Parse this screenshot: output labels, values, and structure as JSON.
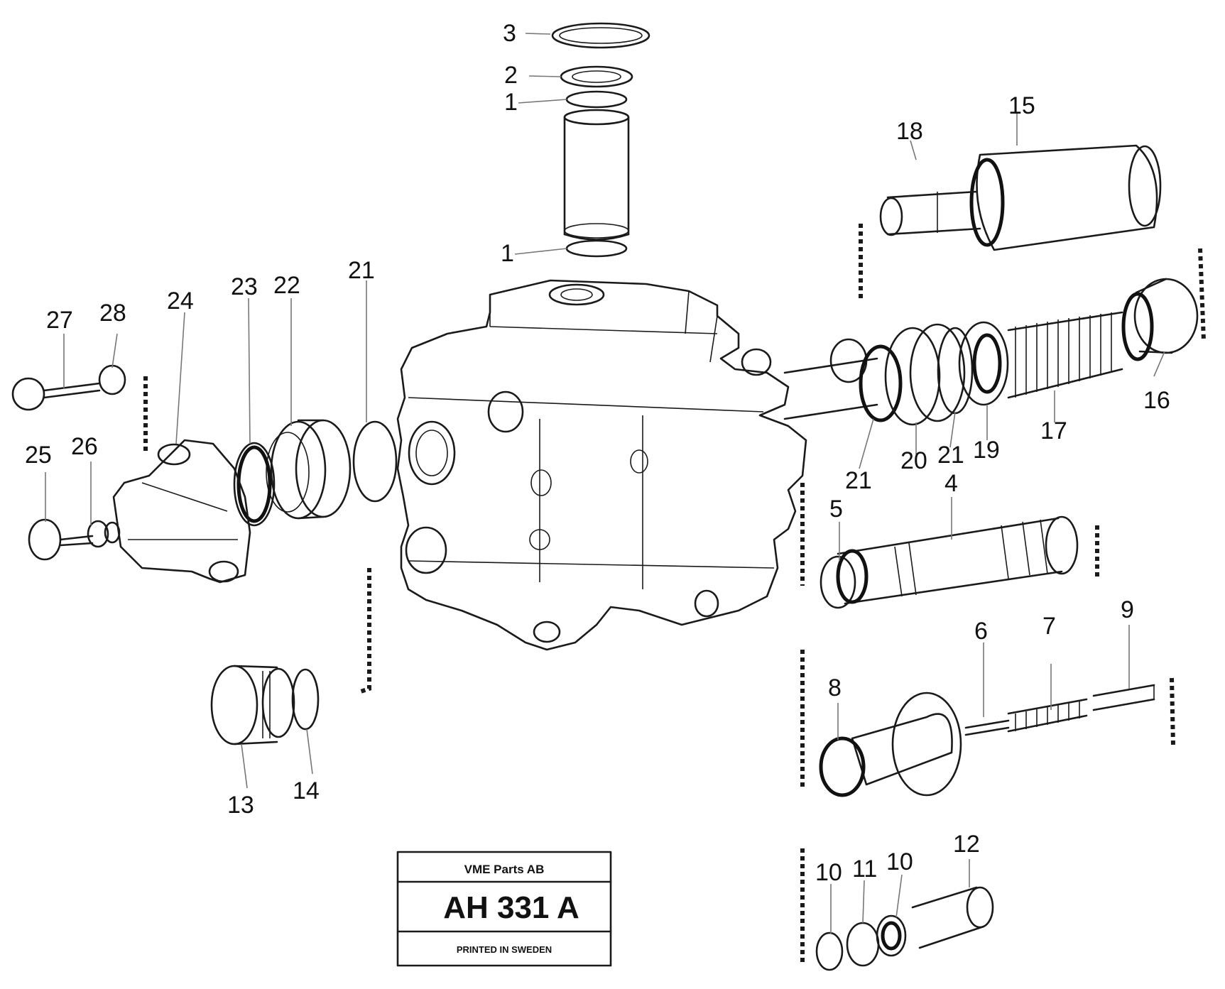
{
  "callouts": {
    "c3": "3",
    "c2": "2",
    "c1a": "1",
    "c1b": "1",
    "c15": "15",
    "c18": "18",
    "c16": "16",
    "c17": "17",
    "c19": "19",
    "c20": "20",
    "c21a": "21",
    "c21b": "21",
    "c21c": "21",
    "c22": "22",
    "c23": "23",
    "c24": "24",
    "c25": "25",
    "c26": "26",
    "c27": "27",
    "c28": "28",
    "c4": "4",
    "c5": "5",
    "c6": "6",
    "c7": "7",
    "c8": "8",
    "c9": "9",
    "c10a": "10",
    "c10b": "10",
    "c11": "11",
    "c12": "12",
    "c13": "13",
    "c14": "14"
  },
  "plate": {
    "company": "VME Parts AB",
    "code": "AH 331  A",
    "note": "PRINTED IN SWEDEN"
  }
}
